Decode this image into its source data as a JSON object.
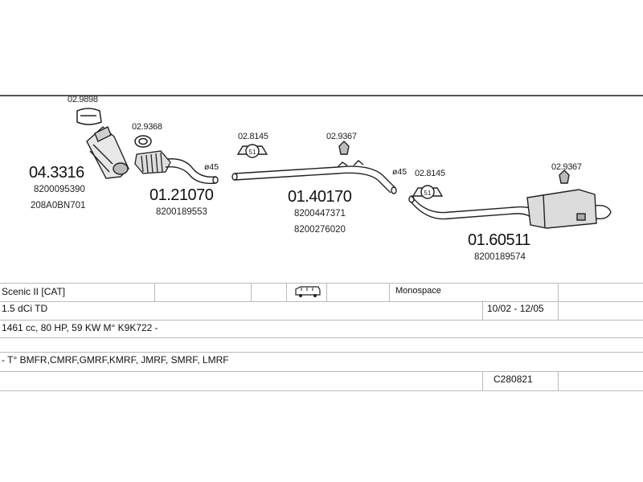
{
  "parts": {
    "clamp_top": "02.9898",
    "cat_ref": "04.3316",
    "cat_oem1": "8200095390",
    "cat_oem2": "208A0BN701",
    "gasket": "02.9368",
    "front_pipe_ref": "01.21070",
    "front_pipe_oem": "8200189553",
    "diameter_1": "ø45",
    "hanger_1": "02.8145",
    "hanger_2": "02.9367",
    "middle_ref": "01.40170",
    "middle_oem1": "8200447371",
    "middle_oem2": "8200276020",
    "diameter_2": "ø45",
    "hanger_3": "02.8145",
    "hanger_4": "02.9367",
    "rear_ref": "01.60511",
    "rear_oem": "8200189574",
    "clamp_label": "51"
  },
  "vehicle": {
    "model": "Scenic II  [CAT]",
    "body_type": "Monospace",
    "engine": "1.5 dCi TD",
    "years": "10/02 - 12/05",
    "specs": "1461 cc, 80 HP, 59 KW  M° K9K722 -",
    "codes": "- T° BMFR,CMRF,GMRF,KMRF, JMRF, SMRF, LMRF",
    "catalogue_code": "C280821"
  },
  "icons": {
    "vehicle": "van-icon"
  }
}
